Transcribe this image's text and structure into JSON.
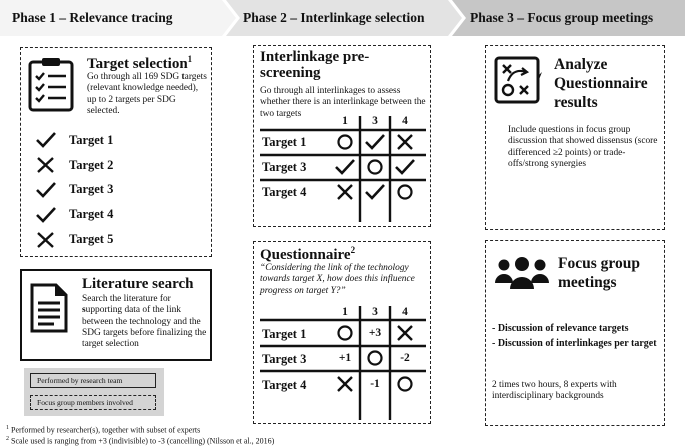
{
  "phases": [
    {
      "label": "Phase 1 – Relevance tracing",
      "fill": "#f4f4f4"
    },
    {
      "label": "Phase 2 – Interlinkage selection",
      "fill": "#e3e3e3"
    },
    {
      "label": "Phase 3 – Focus group meetings",
      "fill": "#c6c6c6"
    }
  ],
  "target_selection": {
    "title": "Target selection",
    "footnote_mark": "1",
    "description_before": "Go through all 169 SDG ",
    "description_bold": "t",
    "description_after": "argets (relevant knowledge needed), up to 2 targets per SDG selected.",
    "targets": [
      {
        "label": "Target 1",
        "mark": "check"
      },
      {
        "label": "Target 2",
        "mark": "cross"
      },
      {
        "label": "Target 3",
        "mark": "check"
      },
      {
        "label": "Target 4",
        "mark": "check"
      },
      {
        "label": "Target 5",
        "mark": "cross"
      }
    ]
  },
  "literature_search": {
    "title": "Literature search",
    "description_before": "Search the literature for ",
    "description_bold": "s",
    "description_after": "upporting data of the link between the technology and the SDG targets before finalizing the target selection"
  },
  "legend": {
    "solid_label": "Performed by research team",
    "dashed_label": "Focus group members involved"
  },
  "prescreening": {
    "title_line1": "Interlinkage pre-",
    "title_line2": "screening",
    "description": "Go through all interlinkages to assess whether there is an interlinkage between the two targets",
    "columns": [
      "1",
      "3",
      "4"
    ],
    "rows": [
      {
        "label": "Target 1",
        "cells": [
          "circle",
          "check",
          "cross"
        ]
      },
      {
        "label": "Target 3",
        "cells": [
          "check",
          "circle",
          "check"
        ]
      },
      {
        "label": "Target 4",
        "cells": [
          "cross",
          "check",
          "circle"
        ]
      }
    ]
  },
  "questionnaire": {
    "title": "Questionnaire",
    "footnote_mark": "2",
    "question": "“Considering the link of the technology towards target X, how does this influence progress on target Y?”",
    "columns": [
      "1",
      "3",
      "4"
    ],
    "rows": [
      {
        "label": "Target 1",
        "cells": [
          {
            "type": "circle"
          },
          {
            "type": "value",
            "text": "+3"
          },
          {
            "type": "cross"
          }
        ]
      },
      {
        "label": "Target 3",
        "cells": [
          {
            "type": "value",
            "text": "+1"
          },
          {
            "type": "circle"
          },
          {
            "type": "value",
            "text": "-2"
          }
        ]
      },
      {
        "label": "Target 4",
        "cells": [
          {
            "type": "cross"
          },
          {
            "type": "value",
            "text": "-1"
          },
          {
            "type": "circle"
          }
        ]
      }
    ]
  },
  "analyze": {
    "title_line1": "Analyze",
    "title_line2": "Questionnaire",
    "title_line3": "results",
    "description": "Include questions in focus group discussion that showed dissensus (score differenced ≥2 points) or trade-offs/strong synergies"
  },
  "focus_group": {
    "title_line1": "Focus group",
    "title_line2": "meetings",
    "point1": "- Discussion of relevance targets",
    "point2": "- Discussion of interlinkages per target",
    "note": "2 times two hours, 8 experts with interdisciplinary backgrounds"
  },
  "footnotes": [
    {
      "mark": "1",
      "text": "Performed by researcher(s), together with subset of experts"
    },
    {
      "mark": "2",
      "text": "Scale used is ranging from +3 (indivisible) to -3 (cancelling) (Nilsson et al., 2016)"
    }
  ]
}
